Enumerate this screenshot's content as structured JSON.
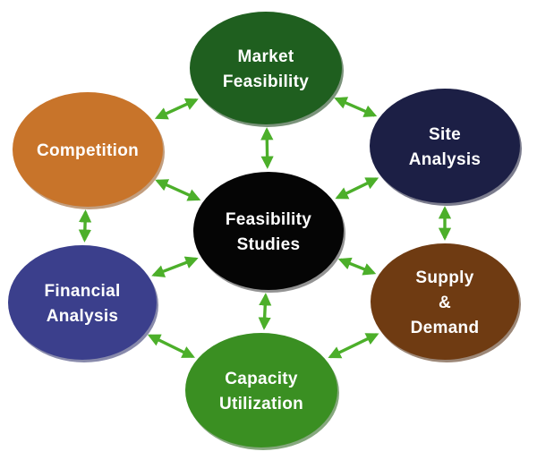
{
  "diagram": {
    "arrow_color": "#4caf2a",
    "nodes": [
      {
        "id": "center",
        "lines": [
          "Feasibility",
          "Studies"
        ],
        "fill": "#050505",
        "text_color": "#ffffff",
        "shadow": "#3a3a3a"
      },
      {
        "id": "market",
        "lines": [
          "Market",
          "Feasibility"
        ],
        "fill": "#1f5f1f",
        "text_color": "#ffffff",
        "shadow": "#0f3a0f"
      },
      {
        "id": "site",
        "lines": [
          "Site",
          "Analysis"
        ],
        "fill": "#1c1f45",
        "text_color": "#ffffff",
        "shadow": "#0e1030"
      },
      {
        "id": "supply",
        "lines": [
          "Supply",
          "&",
          "Demand"
        ],
        "fill": "#6f3b12",
        "text_color": "#ffffff",
        "shadow": "#4a2508"
      },
      {
        "id": "capacity",
        "lines": [
          "Capacity",
          "Utilization"
        ],
        "fill": "#3a8f22",
        "text_color": "#ffffff",
        "shadow": "#236014"
      },
      {
        "id": "financial",
        "lines": [
          "Financial",
          "Analysis"
        ],
        "fill": "#3b3f8c",
        "text_color": "#ffffff",
        "shadow": "#262a66"
      },
      {
        "id": "competition",
        "lines": [
          "Competition"
        ],
        "fill": "#c8742a",
        "text_color": "#ffffff",
        "shadow": "#8f4f16"
      }
    ],
    "connections": [
      [
        "center",
        "market"
      ],
      [
        "center",
        "site"
      ],
      [
        "center",
        "supply"
      ],
      [
        "center",
        "capacity"
      ],
      [
        "center",
        "financial"
      ],
      [
        "center",
        "competition"
      ],
      [
        "market",
        "site"
      ],
      [
        "site",
        "supply"
      ],
      [
        "supply",
        "capacity"
      ],
      [
        "capacity",
        "financial"
      ],
      [
        "financial",
        "competition"
      ],
      [
        "competition",
        "market"
      ]
    ]
  }
}
